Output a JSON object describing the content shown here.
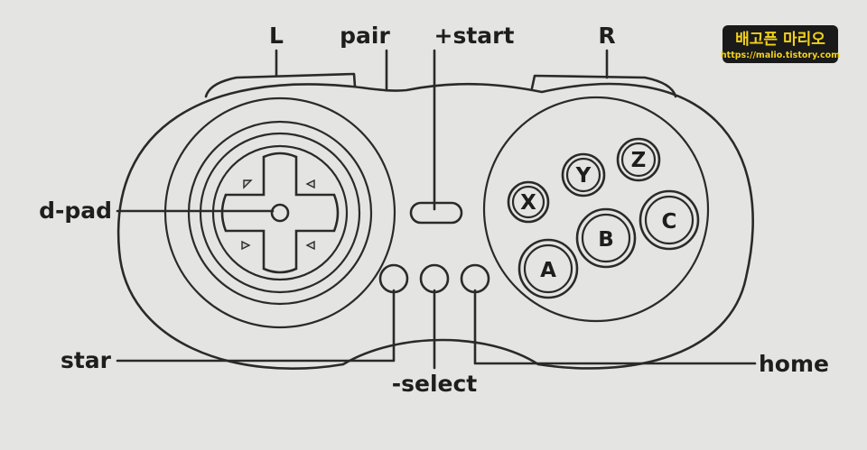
{
  "labels": {
    "L": "L",
    "pair": "pair",
    "start": "+start",
    "R": "R",
    "dpad": "d-pad",
    "star": "star",
    "select": "-select",
    "home": "home"
  },
  "buttons": {
    "X": "X",
    "Y": "Y",
    "Z": "Z",
    "A": "A",
    "B": "B",
    "C": "C"
  },
  "watermark": {
    "title": "배고픈 마리오",
    "url": "https://malio.tistory.com"
  }
}
